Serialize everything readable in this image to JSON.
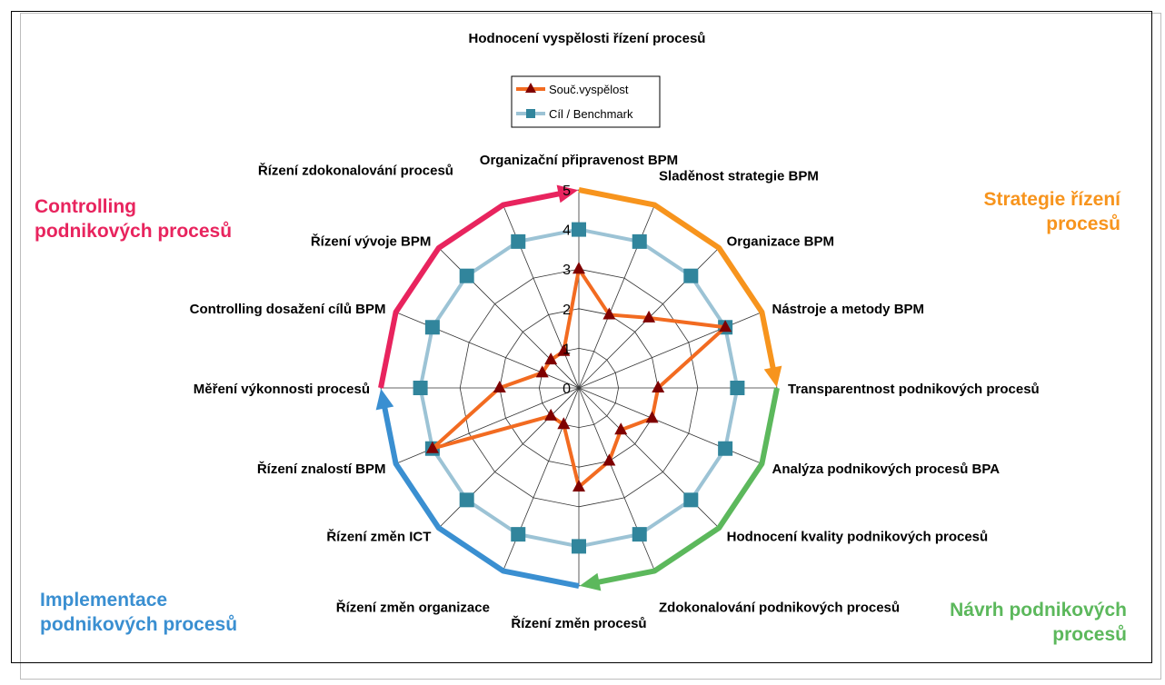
{
  "chart_data": {
    "type": "radar",
    "title": "Hodnocení  vyspělosti  řízení procesů",
    "rmax": 5,
    "ticks": [
      "0",
      "1",
      "2",
      "3",
      "4",
      "5"
    ],
    "categories": [
      "Organizační připravenost BPM",
      "Sladěnost strategie BPM",
      "Organizace BPM",
      "Nástroje a metody BPM",
      "Transparentnost podnikových procesů",
      "Analýza podnikových procesů BPA",
      "Hodnocení kvality podnikových procesů",
      "Zdokonalování podnikových procesů",
      "Řízení změn procesů",
      "Řízení změn organizace",
      "Řízení změn ICT",
      "Řízení znalostí BPM",
      "Měření výkonnosti procesů",
      "Controlling dosažení cílů BPM",
      "Řízení vývoje BPM",
      "Řízení zdokonalování procesů"
    ],
    "series": [
      {
        "name": "Souč.vyspělost",
        "color": "#f26b21",
        "marker": "triangle",
        "markerColor": "#7f0000",
        "values": [
          3,
          2,
          2.5,
          4,
          2,
          2,
          1.5,
          2,
          2.5,
          1,
          1,
          4,
          2,
          1,
          1,
          1
        ]
      },
      {
        "name": "Cíl / Benchmark",
        "color": "#9cc3d5",
        "marker": "square",
        "markerColor": "#31859c",
        "values": [
          4,
          4,
          4,
          4,
          4,
          4,
          4,
          4,
          4,
          4,
          4,
          4,
          4,
          4,
          4,
          4
        ]
      }
    ],
    "legend": "top-center"
  },
  "groups": [
    {
      "label1": "Strategie řízení",
      "label2": "procesů",
      "color": "#f7941d",
      "from": 0,
      "to": 4
    },
    {
      "label1": "Návrh podnikových",
      "label2": "procesů",
      "color": "#5cb85c",
      "from": 4,
      "to": 8
    },
    {
      "label1": "Implementace",
      "label2": "podnikových procesů",
      "color": "#3a8fd1",
      "from": 8,
      "to": 12
    },
    {
      "label1": "Controlling",
      "label2": "podnikových procesů",
      "color": "#e8245e",
      "from": 12,
      "to": 16
    }
  ]
}
